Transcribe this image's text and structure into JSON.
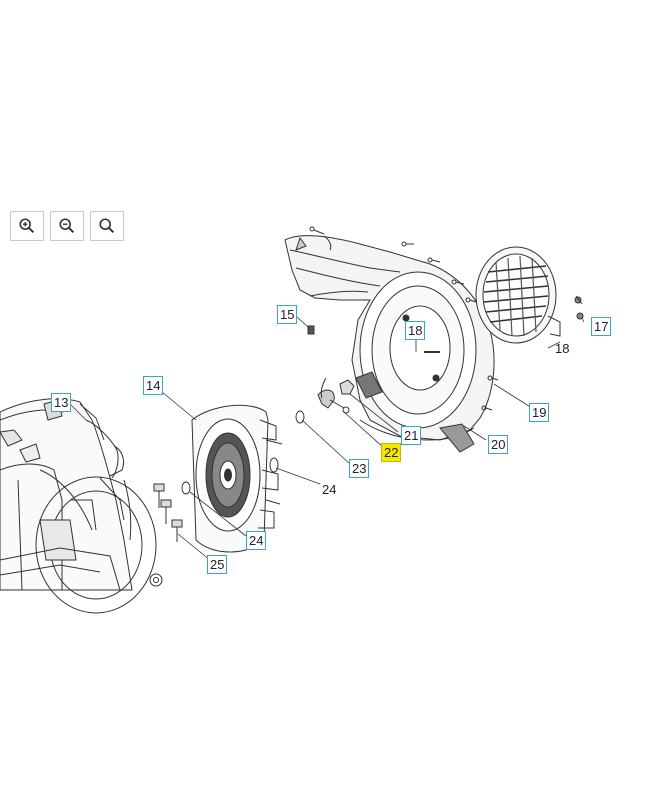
{
  "toolbar": {
    "buttons": [
      {
        "id": "zoom-in",
        "icon": "zoom-in-icon"
      },
      {
        "id": "zoom-out",
        "icon": "zoom-out-icon"
      },
      {
        "id": "zoom-reset",
        "icon": "magnifier-icon"
      }
    ]
  },
  "callouts": [
    {
      "label": "13",
      "style": "boxed"
    },
    {
      "label": "14",
      "style": "boxed"
    },
    {
      "label": "15",
      "style": "boxed"
    },
    {
      "label": "17",
      "style": "boxed"
    },
    {
      "label": "18",
      "style": "boxed"
    },
    {
      "label": "18",
      "style": "plain"
    },
    {
      "label": "19",
      "style": "boxed"
    },
    {
      "label": "20",
      "style": "boxed"
    },
    {
      "label": "21",
      "style": "boxed"
    },
    {
      "label": "22",
      "style": "highlight"
    },
    {
      "label": "23",
      "style": "boxed"
    },
    {
      "label": "24",
      "style": "plain"
    },
    {
      "label": "24",
      "style": "boxed"
    },
    {
      "label": "25",
      "style": "boxed"
    }
  ],
  "colors": {
    "callout_border": "#3aa6c4",
    "highlight": "#f5e600",
    "line": "#333333"
  }
}
